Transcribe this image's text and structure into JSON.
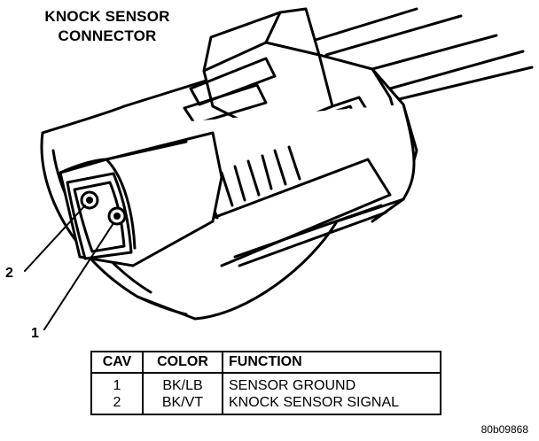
{
  "title": {
    "line1": "KNOCK SENSOR",
    "line2": "CONNECTOR"
  },
  "callouts": {
    "pin2": "2",
    "pin1": "1"
  },
  "table": {
    "headers": [
      "CAV",
      "COLOR",
      "FUNCTION"
    ],
    "rows": [
      {
        "cav": "1",
        "color": "BK/LB",
        "function": "SENSOR GROUND"
      },
      {
        "cav": "2",
        "color": "BK/VT",
        "function": "KNOCK SENSOR SIGNAL"
      }
    ]
  },
  "figure_id": "80b09868"
}
